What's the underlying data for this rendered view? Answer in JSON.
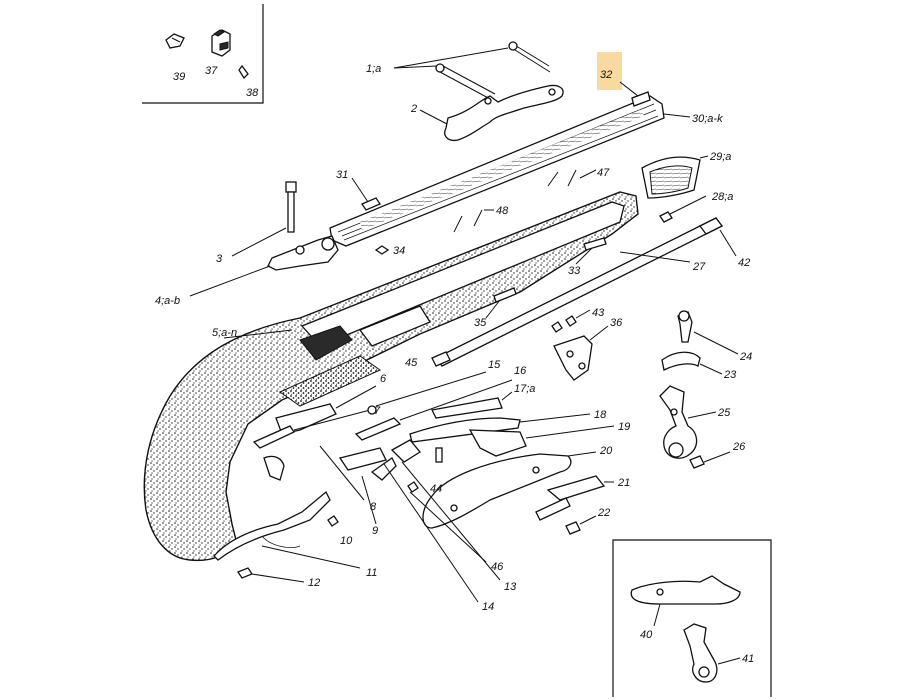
{
  "highlight_color": "#f8d9a0",
  "parts": [
    {
      "id": "p39",
      "text": "39"
    },
    {
      "id": "p37",
      "text": "37"
    },
    {
      "id": "p38",
      "text": "38"
    },
    {
      "id": "p1a",
      "text": "1;a"
    },
    {
      "id": "p2",
      "text": "2"
    },
    {
      "id": "p32",
      "text": "32"
    },
    {
      "id": "p30",
      "text": "30;a-k"
    },
    {
      "id": "p29",
      "text": "29;a"
    },
    {
      "id": "p31",
      "text": "31"
    },
    {
      "id": "p47",
      "text": "47"
    },
    {
      "id": "p28",
      "text": "28;a"
    },
    {
      "id": "p48",
      "text": "48"
    },
    {
      "id": "p3",
      "text": "3"
    },
    {
      "id": "p34",
      "text": "34"
    },
    {
      "id": "p42",
      "text": "42"
    },
    {
      "id": "p27",
      "text": "27"
    },
    {
      "id": "p33",
      "text": "33"
    },
    {
      "id": "p4",
      "text": "4;a-b"
    },
    {
      "id": "p5",
      "text": "5;a-n"
    },
    {
      "id": "p35",
      "text": "35"
    },
    {
      "id": "p43",
      "text": "43"
    },
    {
      "id": "p36",
      "text": "36"
    },
    {
      "id": "p24",
      "text": "24"
    },
    {
      "id": "p45",
      "text": "45"
    },
    {
      "id": "p15",
      "text": "15"
    },
    {
      "id": "p16",
      "text": "16"
    },
    {
      "id": "p6",
      "text": "6"
    },
    {
      "id": "p17",
      "text": "17;a"
    },
    {
      "id": "p23",
      "text": "23"
    },
    {
      "id": "p7",
      "text": "7"
    },
    {
      "id": "p18",
      "text": "18"
    },
    {
      "id": "p25",
      "text": "25"
    },
    {
      "id": "p19",
      "text": "19"
    },
    {
      "id": "p20",
      "text": "20"
    },
    {
      "id": "p26",
      "text": "26"
    },
    {
      "id": "p44",
      "text": "44"
    },
    {
      "id": "p21",
      "text": "21"
    },
    {
      "id": "p8",
      "text": "8"
    },
    {
      "id": "p22",
      "text": "22"
    },
    {
      "id": "p9",
      "text": "9"
    },
    {
      "id": "p10",
      "text": "10"
    },
    {
      "id": "p11",
      "text": "11"
    },
    {
      "id": "p46",
      "text": "46"
    },
    {
      "id": "p12",
      "text": "12"
    },
    {
      "id": "p13",
      "text": "13"
    },
    {
      "id": "p14",
      "text": "14"
    },
    {
      "id": "p40",
      "text": "40"
    },
    {
      "id": "p41",
      "text": "41"
    }
  ]
}
